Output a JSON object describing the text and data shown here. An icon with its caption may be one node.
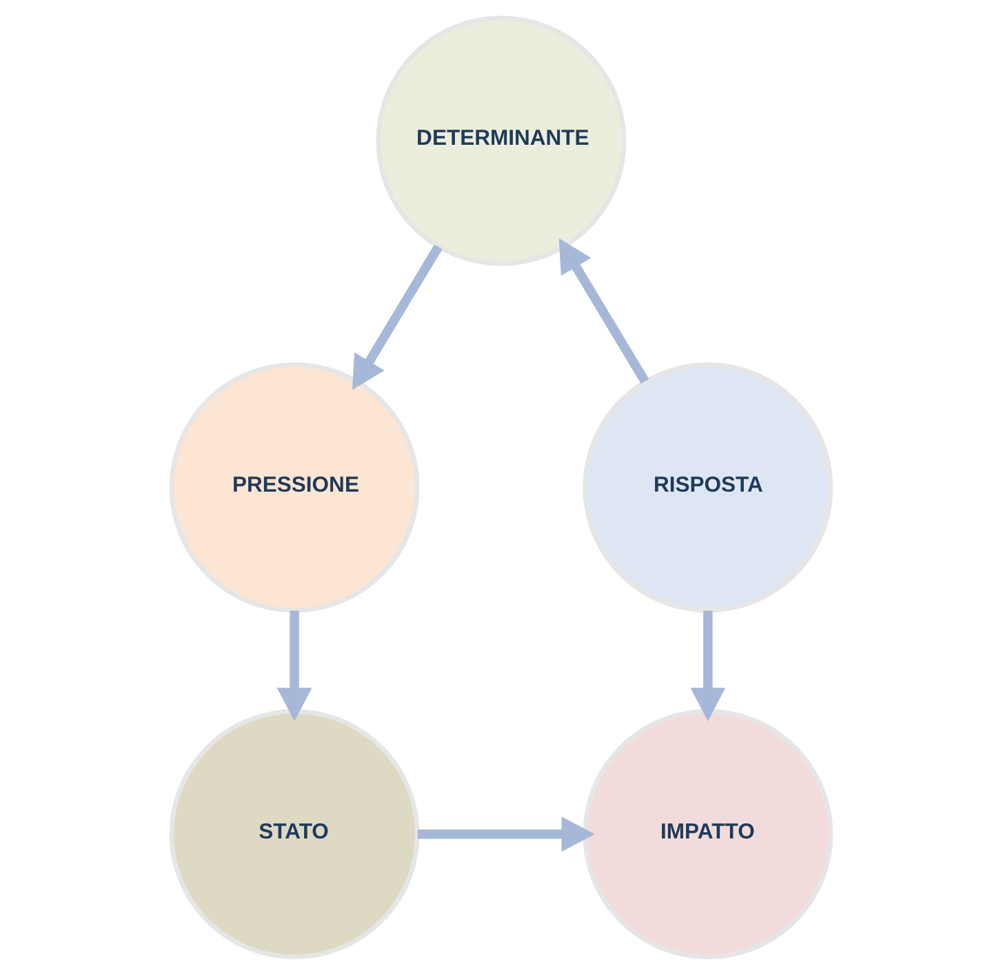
{
  "diagram": {
    "nodes": [
      {
        "text": [
          "DETERMINANTE"
        ]
      },
      {
        "text": [
          "PRESSIONE"
        ]
      },
      {
        "text": [
          "RISPOSTA"
        ]
      },
      {
        "text": [
          "STATO"
        ]
      },
      {
        "text": [
          "IMPATTO"
        ]
      }
    ],
    "edges": [
      {
        "from": 0,
        "to": 1,
        "arrow": "to"
      },
      {
        "from": 1,
        "to": 3,
        "arrow": "to"
      },
      {
        "from": 3,
        "to": 4,
        "arrow": "to"
      },
      {
        "from": 2,
        "to": 4,
        "arrow": "to"
      },
      {
        "from": 2,
        "to": 0,
        "arrow": "to"
      }
    ]
  }
}
